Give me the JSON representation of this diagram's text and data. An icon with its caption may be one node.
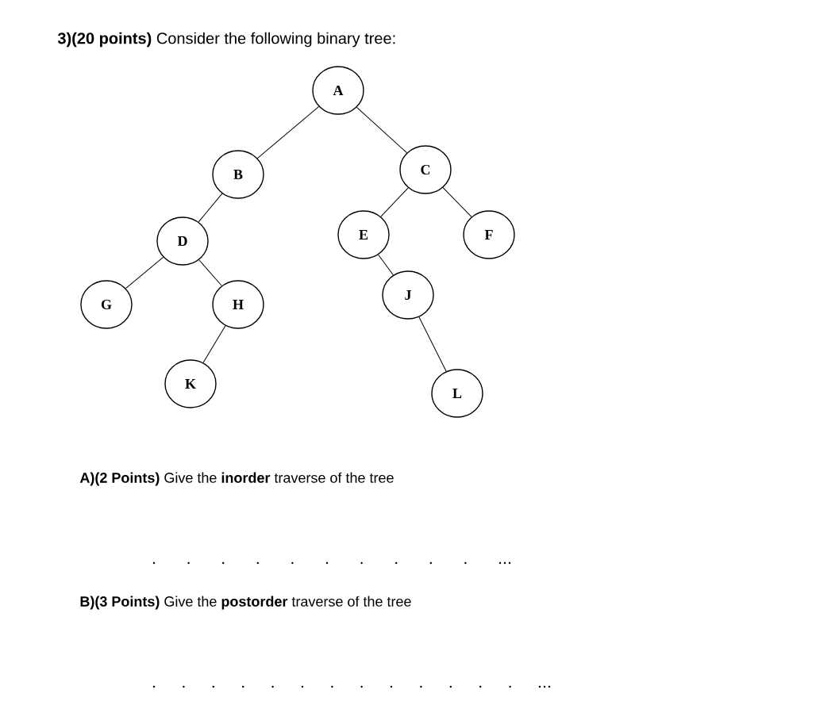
{
  "diagram": {
    "title": "**3)(20 points)** Consider the following binary tree:",
    "nodes": [
      {
        "text": [
          "A"
        ]
      },
      {
        "text": [
          "B"
        ]
      },
      {
        "text": [
          "C"
        ]
      },
      {
        "text": [
          "D"
        ]
      },
      {
        "text": [
          "E"
        ]
      },
      {
        "text": [
          "F"
        ]
      },
      {
        "text": [
          "G"
        ]
      },
      {
        "text": [
          "H"
        ]
      },
      {
        "text": [
          "J"
        ]
      },
      {
        "text": [
          "K"
        ]
      },
      {
        "text": [
          "L"
        ]
      }
    ],
    "edges": [
      {
        "from": 0,
        "to": 1,
        "arrow": "none"
      },
      {
        "from": 0,
        "to": 2,
        "arrow": "none"
      },
      {
        "from": 1,
        "to": 3,
        "arrow": "none"
      },
      {
        "from": 2,
        "to": 4,
        "arrow": "none"
      },
      {
        "from": 2,
        "to": 5,
        "arrow": "none"
      },
      {
        "from": 3,
        "to": 6,
        "arrow": "none"
      },
      {
        "from": 3,
        "to": 7,
        "arrow": "none"
      },
      {
        "from": 4,
        "to": 8,
        "arrow": "none"
      },
      {
        "from": 7,
        "to": 9,
        "arrow": "none"
      },
      {
        "from": 8,
        "to": 10,
        "arrow": "none"
      }
    ],
    "labels": [
      "**A)(2 Points)** Give the **inorder** traverse of the tree",
      "**B)(3 Points)** Give the **postorder** traverse of the tree"
    ]
  }
}
